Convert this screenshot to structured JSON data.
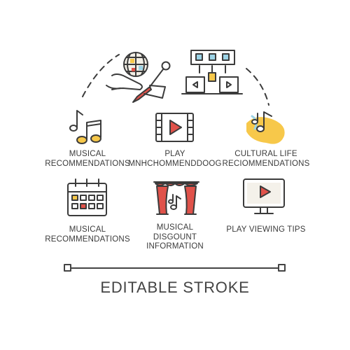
{
  "items": [
    {
      "line1": "MUSICAL",
      "line2": "RECOMMENDATIONS",
      "line3": "",
      "icon": "music-notes-icon"
    },
    {
      "line1": "PLAY",
      "line2": "MNHCHOMMENDDOOG",
      "line3": "",
      "icon": "video-player-icon"
    },
    {
      "line1": "CULTURAL LIFE",
      "line2": "RECIOMMENDATIONS",
      "line3": "",
      "icon": "cultural-music-icon"
    },
    {
      "line1": "MUSICAL",
      "line2": "RECOMMENDATIONS",
      "line3": "",
      "icon": "calendar-icon"
    },
    {
      "line1": "MUSICAL",
      "line2": "DISGOUNT",
      "line3": "INFORMATION",
      "icon": "theater-curtain-icon"
    },
    {
      "line1": "PLAY VIEWING TIPS",
      "line2": "",
      "line3": "",
      "icon": "monitor-play-icon"
    }
  ],
  "header_icons": [
    "disco-ball-microphone-icon",
    "stage-set-icon"
  ],
  "footer": {
    "text": "EDITABLE STROKE"
  },
  "colors": {
    "stroke": "#3b3b3b",
    "accent_red": "#e0524a",
    "accent_yellow": "#f7c84a",
    "accent_blue": "#9bd3e6"
  }
}
